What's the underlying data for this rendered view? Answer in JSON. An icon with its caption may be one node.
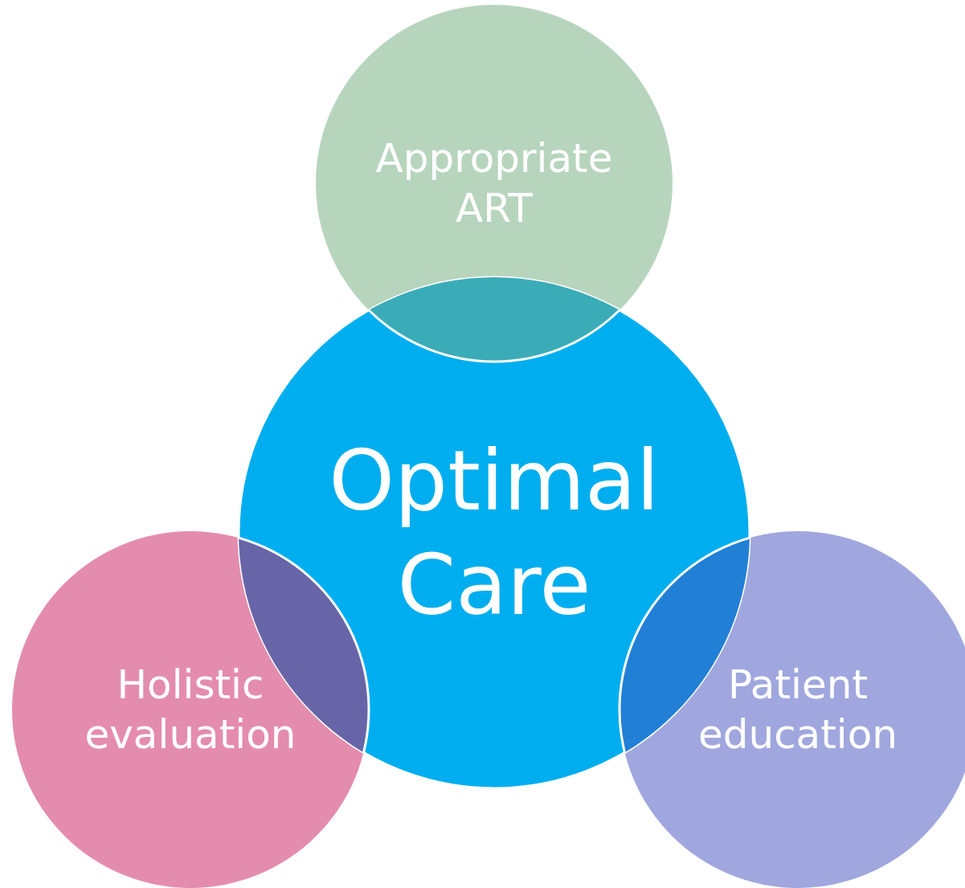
{
  "diagram": {
    "nodes": [
      {
        "text": [
          "Appropriate ART"
        ]
      },
      {
        "text": [
          "Optimal Care"
        ]
      },
      {
        "text": [
          "Holistic evaluation"
        ]
      },
      {
        "text": [
          "Patient education"
        ]
      }
    ]
  }
}
